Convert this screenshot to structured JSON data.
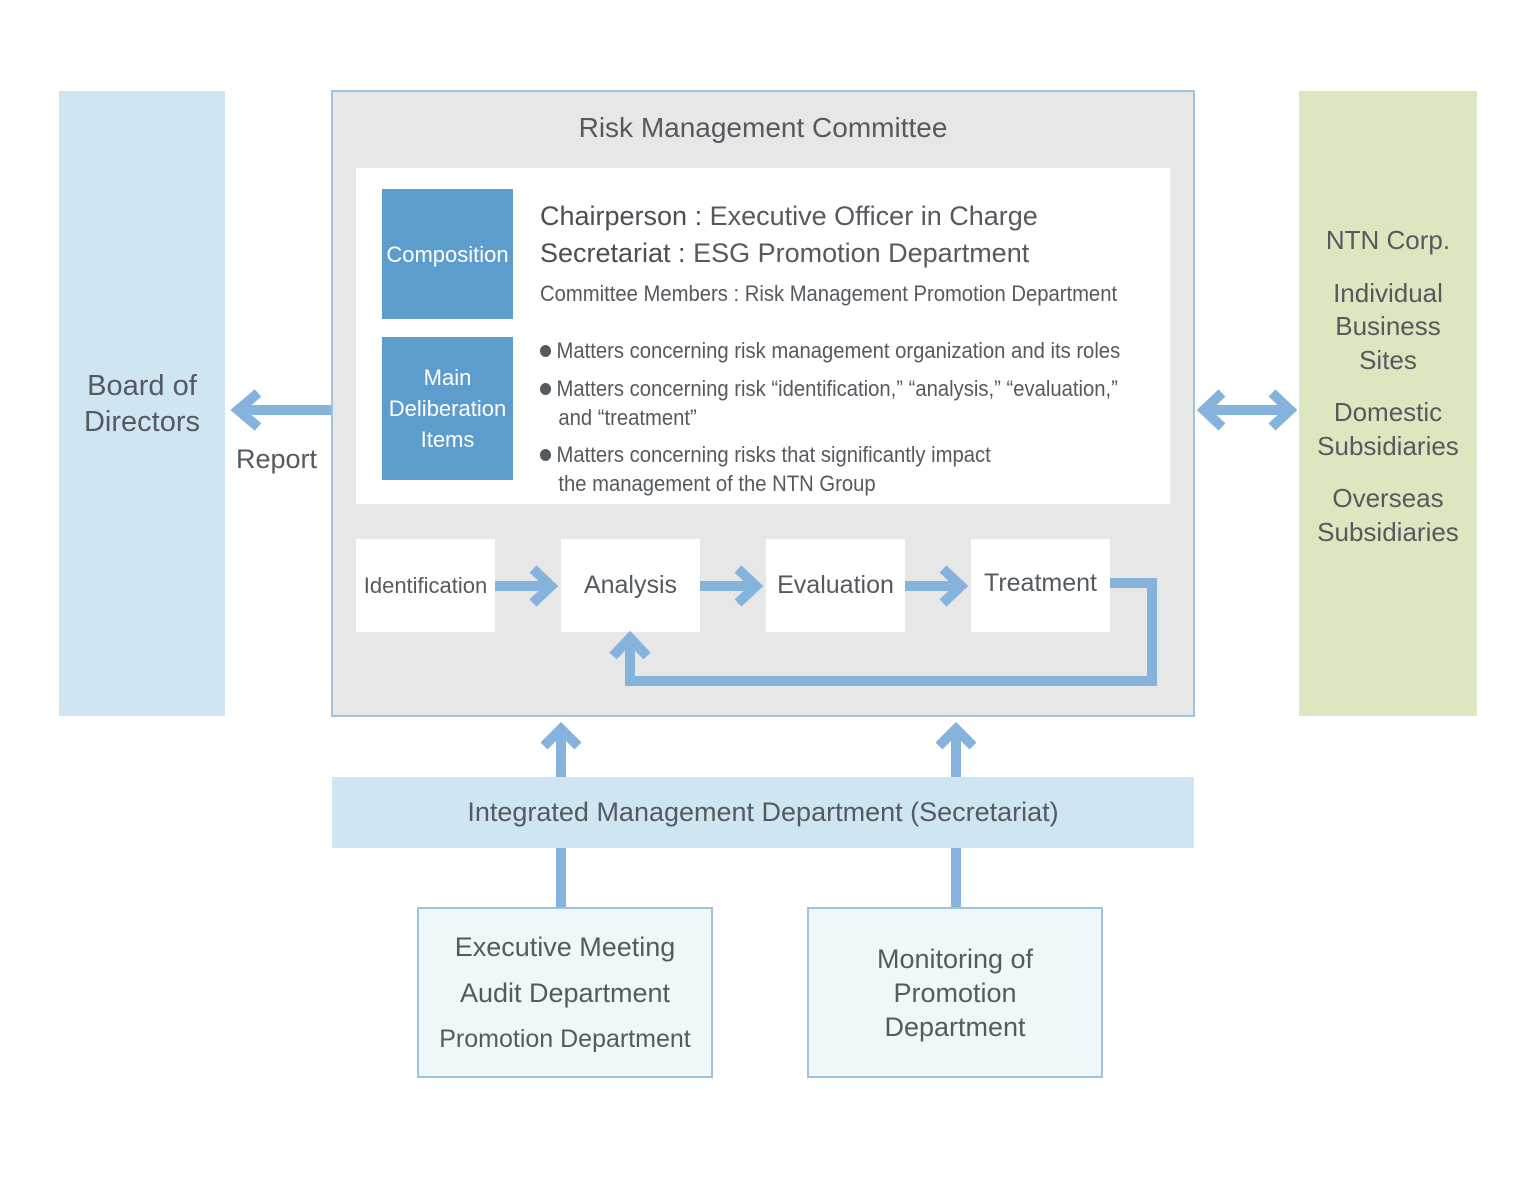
{
  "board": {
    "line1": "Board of",
    "line2": "Directors"
  },
  "report_label": "Report",
  "committee": {
    "title": "Risk Management Committee",
    "composition_tag": "Composition",
    "main_items_tag": [
      "Main",
      "Deliberation",
      "Items"
    ],
    "chairperson_label": "Chairperson :",
    "chairperson_value": "Executive Officer in Charge",
    "secretariat_label": "Secretariat :",
    "secretariat_value": "ESG Promotion Department",
    "members_label": "Committee Members :",
    "members_value": "Risk Management Promotion Department",
    "items": [
      {
        "line1": "Matters concerning risk management organization and its roles",
        "line2": ""
      },
      {
        "line1": "Matters concerning risk “identification,” “analysis,” “evaluation,”",
        "line2": "and “treatment”"
      },
      {
        "line1": "Matters concerning risks that significantly impact",
        "line2": "the management of the NTN Group"
      }
    ],
    "steps": [
      "Identification",
      "Analysis",
      "Evaluation",
      "Treatment"
    ]
  },
  "ntn": {
    "groups": [
      [
        "NTN Corp."
      ],
      [
        "Individual",
        "Business",
        "Sites"
      ],
      [
        "Domestic",
        "Subsidiaries"
      ],
      [
        "Overseas",
        "Subsidiaries"
      ]
    ]
  },
  "integrated": "Integrated Management Department (Secretariat)",
  "bottom_left": [
    "Executive Meeting",
    "Audit Department",
    "Promotion Department"
  ],
  "bottom_right": [
    "Monitoring of",
    "Promotion",
    "Department"
  ],
  "colors": {
    "arrow": "#86b3dc",
    "tag_blue": "#5d9dcd",
    "light_blue": "#cfe5f2",
    "green": "#dbe7bf",
    "gray": "#e7e7e7",
    "border": "#9fc2dd"
  }
}
